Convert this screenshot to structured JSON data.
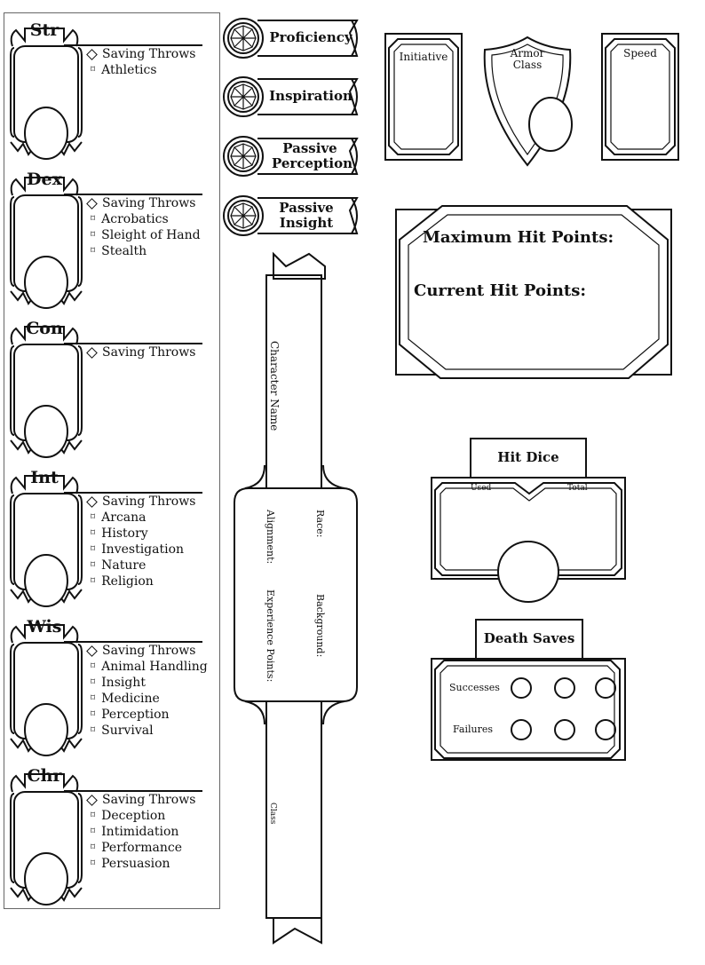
{
  "abilities": [
    {
      "name": "Str",
      "save": "Saving Throws",
      "skills": [
        "Athletics"
      ]
    },
    {
      "name": "Dex",
      "save": "Saving Throws",
      "skills": [
        "Acrobatics",
        "Sleight of Hand",
        "Stealth"
      ]
    },
    {
      "name": "Con",
      "save": "Saving Throws",
      "skills": []
    },
    {
      "name": "Int",
      "save": "Saving Throws",
      "skills": [
        "Arcana",
        "History",
        "Investigation",
        "Nature",
        "Religion"
      ]
    },
    {
      "name": "Wis",
      "save": "Saving Throws",
      "skills": [
        "Animal Handling",
        "Insight",
        "Medicine",
        "Perception",
        "Survival"
      ]
    },
    {
      "name": "Chr",
      "save": "Saving Throws",
      "skills": [
        "Deception",
        "Intimidation",
        "Performance",
        "Persuasion"
      ]
    }
  ],
  "ribbons": {
    "proficiency": "Proficiency",
    "inspiration": "Inspiration",
    "passive_perception": "Passive Perception",
    "passive_insight": "Passive Insight"
  },
  "banner": {
    "character_name": "Character Name",
    "race": "Race:",
    "background": "Background:",
    "alignment": "Alignment:",
    "experience_points": "Experience Points:",
    "class": "Class"
  },
  "combat": {
    "initiative": "Initiative",
    "armor_class": "Armor Class",
    "speed": "Speed"
  },
  "hit_points": {
    "maximum": "Maximum Hit Points:",
    "current": "Current Hit Points:"
  },
  "hit_dice": {
    "title": "Hit Dice",
    "used": "Used",
    "total": "Total"
  },
  "death_saves": {
    "title": "Death Saves",
    "successes": "Successes",
    "failures": "Failures"
  }
}
